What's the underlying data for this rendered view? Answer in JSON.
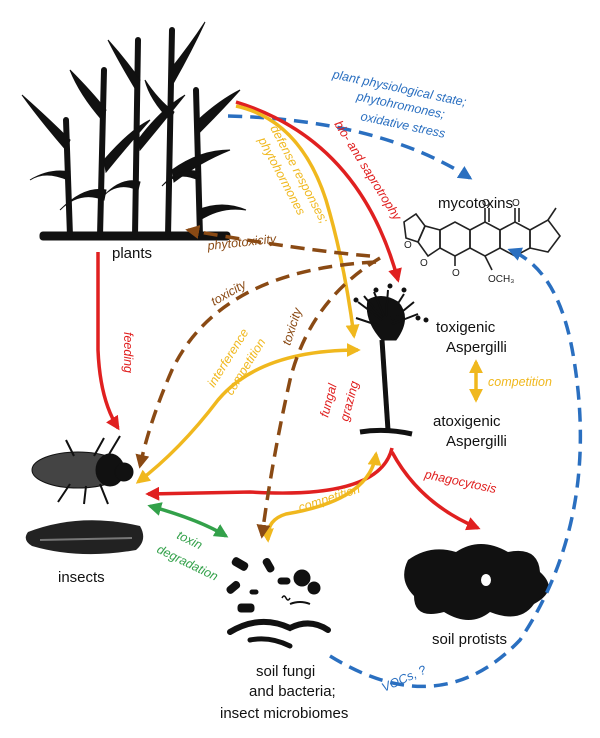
{
  "colors": {
    "red": "#e02020",
    "gold": "#f0b81e",
    "brown": "#8a4a14",
    "blue": "#2a6fc0",
    "green": "#33a14a",
    "black": "#111111"
  },
  "nodes": {
    "plants": "plants",
    "mycotoxins": "mycotoxins",
    "toxigenic_line1": "toxigenic",
    "toxigenic_line2": "Aspergilli",
    "atoxigenic_line1": "atoxigenic",
    "atoxigenic_line2": "Aspergilli",
    "insects": "insects",
    "soil_protists": "soil protists",
    "microbes_line1": "soil fungi",
    "microbes_line2": "and bacteria;",
    "microbes_line3": "insect microbiomes"
  },
  "edge_labels": {
    "plant_state_line1": "plant physiological state;",
    "plant_state_line2": "phytohromones;",
    "plant_state_line3": "oxidative stress",
    "bio_saprotrophy": "bio- and saprotrophy",
    "defense_line1": "defense responses;",
    "defense_line2": "phytohormones",
    "phytotoxicity": "phytotoxicity",
    "toxicity_insects": "toxicity",
    "toxicity_microbes": "toxicity",
    "feeding": "feeding",
    "interference_line1": "interference",
    "interference_line2": "competition",
    "fungal_line1": "fungal",
    "fungal_line2": "grazing",
    "competition_aspergilli": "competition",
    "competition_microbes": "competition",
    "phagocytosis": "phagocytosis",
    "toxin_line1": "toxin",
    "toxin_line2": "degradation",
    "vocs": "VOCs, ?"
  }
}
